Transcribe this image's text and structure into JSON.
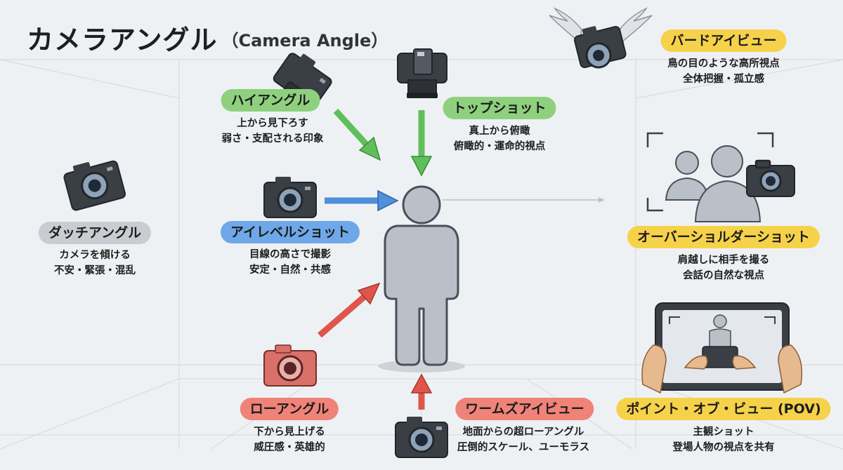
{
  "title": {
    "main": "カメラアングル",
    "sub": "（Camera Angle）"
  },
  "colors": {
    "green": "#8fd07f",
    "blue": "#6fa8e8",
    "red": "#ef8378",
    "yellow": "#f6d24a",
    "gray": "#c9ccd1",
    "arrow_green": "#5fbf5a",
    "arrow_blue": "#4f8fdc",
    "arrow_red": "#e0554a",
    "camera_dark": "#3a3f45",
    "camera_red": "#d9706a"
  },
  "angles": {
    "high": {
      "label": "ハイアングル",
      "line1": "上から見下ろす",
      "line2": "弱さ・支配される印象"
    },
    "top": {
      "label": "トップショット",
      "line1": "真上から俯瞰",
      "line2": "俯瞰的・運命的視点"
    },
    "eye": {
      "label": "アイレベルショット",
      "line1": "目線の高さで撮影",
      "line2": "安定・自然・共感"
    },
    "dutch": {
      "label": "ダッチアングル",
      "line1": "カメラを傾ける",
      "line2": "不安・緊張・混乱"
    },
    "low": {
      "label": "ローアングル",
      "line1": "下から見上げる",
      "line2": "威圧感・英雄的"
    },
    "worm": {
      "label": "ワームズアイビュー",
      "line1": "地面からの超ローアングル",
      "line2": "圧倒的スケール、ユーモラス"
    },
    "bird": {
      "label": "バードアイビュー",
      "line1": "鳥の目のような高所視点",
      "line2": "全体把握・孤立感"
    },
    "ots": {
      "label": "オーバーショルダーショット",
      "line1": "肩越しに相手を撮る",
      "line2": "会話の自然な視点"
    },
    "pov": {
      "label": "ポイント・オブ・ビュー (POV)",
      "line1": "主観ショット",
      "line2": "登場人物の視点を共有"
    }
  },
  "icons": {
    "subject": "person-silhouette-icon",
    "camera": "camera-icon",
    "winged_camera": "winged-camera-icon",
    "ots_frame": "over-shoulder-frame-icon",
    "pov_hands": "hands-holding-screen-icon"
  }
}
